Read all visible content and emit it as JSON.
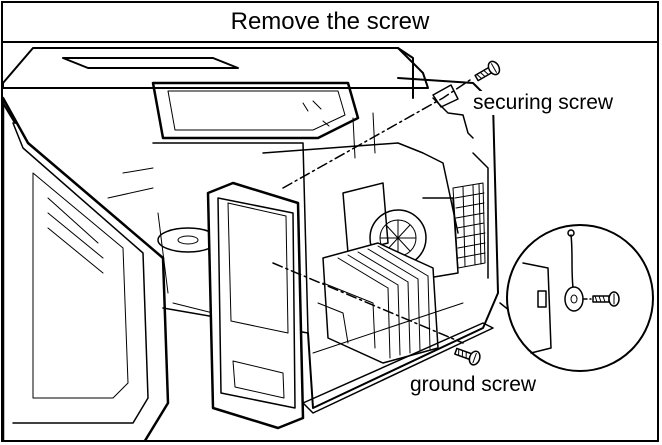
{
  "title": "Remove the screw",
  "callouts": {
    "securing_screw": "securing screw",
    "ground_screw": "ground screw"
  },
  "icons": [
    "screw-icon",
    "ground-wire-icon",
    "microwave-chassis-illustration"
  ],
  "colors": {
    "line": "#000000",
    "background": "#ffffff"
  }
}
